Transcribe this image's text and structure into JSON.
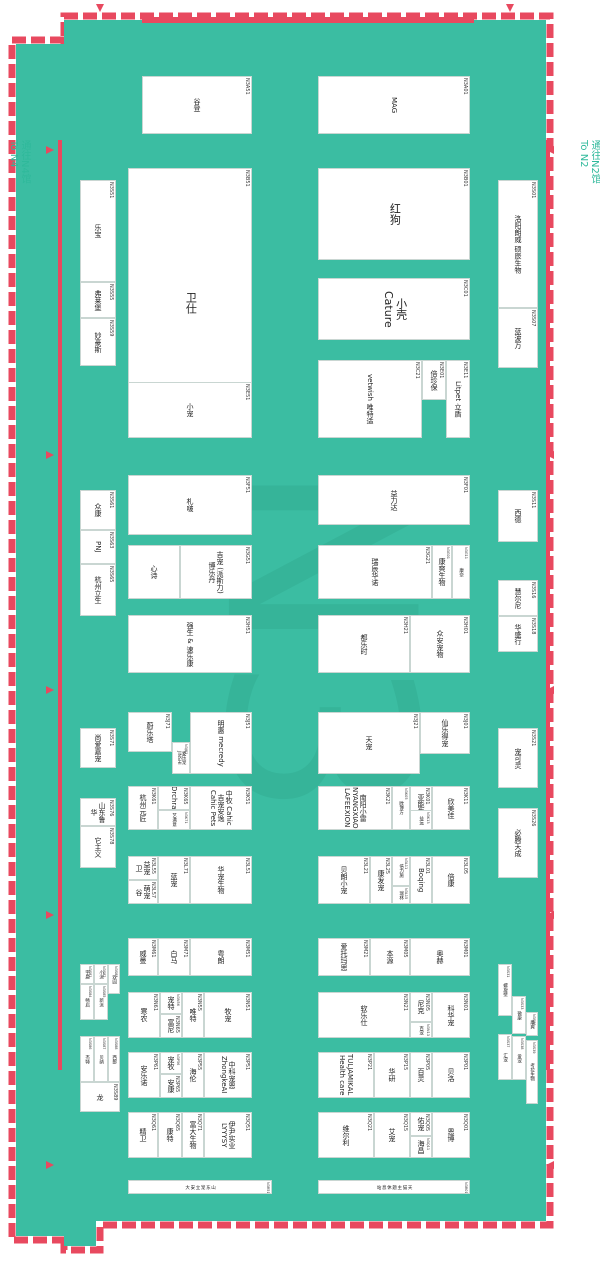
{
  "colors": {
    "floor": "#3bbda2",
    "wall": "#e8495f",
    "booth": "#ffffff",
    "text": "#2fb99b"
  },
  "directions": {
    "n2": {
      "cn": "通往N2馆",
      "en": "To N2"
    },
    "n4": {
      "cn": "通往N4馆",
      "en": "To N4"
    }
  },
  "icons": {
    "arrow": "entrance-arrow-icon"
  },
  "booths": {
    "n3a01": {
      "code": "N3A01",
      "name": "MAG"
    },
    "n3a51": {
      "code": "N3A51",
      "name": "谷登"
    },
    "n3b01": {
      "code": "N3B01",
      "name": "红狗"
    },
    "n3b51": {
      "code": "N3B51",
      "name": "卫仕"
    },
    "n3c01": {
      "code": "N3C01",
      "name": "小壳 Cature"
    },
    "n3c21": {
      "code": "N3C21",
      "name": "vetwish 唯特适"
    },
    "n3e01": {
      "code": "N3E01",
      "name": "倍珍保"
    },
    "n3e11": {
      "code": "N3E11",
      "name": "Litpet 立盾"
    },
    "n3e51": {
      "code": "N3E51",
      "name": "小宠"
    },
    "n3f01": {
      "code": "N3F01",
      "name": "益力达"
    },
    "n3f51": {
      "code": "N3F51",
      "name": "札啵"
    },
    "n3g01": {
      "code": "N3G01",
      "name": "康爽生物"
    },
    "n3g11": {
      "code": "N3G11",
      "name": "康奈"
    },
    "n3g21": {
      "code": "N3G21",
      "name": "瑞辰华诺"
    },
    "n3g51": {
      "code": "N3G51",
      "name": "吉宠 (派斯力) 博乐丹"
    },
    "n3g_xin": {
      "code": "",
      "name": "心诗"
    },
    "n3h01": {
      "code": "N3H01",
      "name": "众安宠物"
    },
    "n3h21": {
      "code": "N3H21",
      "name": "都乐时"
    },
    "n3h51": {
      "code": "N3H51",
      "name": "强生 & 速乐康"
    },
    "n3j01": {
      "code": "N3J01",
      "name": "仙乐得宠"
    },
    "n3j21": {
      "code": "N3J21",
      "name": "天宠"
    },
    "n3j51": {
      "code": "N3J51",
      "name": "明惠 mecredy"
    },
    "n3j71": {
      "code": "N3J71",
      "name": "蔚乐塔"
    },
    "n3j81": {
      "code": "N3J81",
      "name": "麦乐宠 JINSHI"
    },
    "n3k01": {
      "code": "N3K01",
      "name": "亚能生物"
    },
    "n3k11": {
      "code": "N3K11",
      "name": "欣美佳"
    },
    "n3k05": {
      "code": "N3K05",
      "name": "欧博方"
    },
    "n3k13": {
      "code": "N3K13",
      "name": "益远"
    },
    "n3k21": {
      "code": "N3K21",
      "name": "南阳小雷 NANYANGXIAOLEI LAFEEXION"
    },
    "n3k51": {
      "code": "N3K51",
      "name": "中牧 Cahic 吉宠安逸 Cahic Pets"
    },
    "n3k61": {
      "code": "N3K61",
      "name": "杭州元匠"
    },
    "n3k65": {
      "code": "N3K65",
      "name": "Drchra"
    },
    "n3k71": {
      "code": "N3K71",
      "name": "艺满意"
    },
    "n3l01": {
      "code": "N3L01",
      "name": "Boqing"
    },
    "n3l05": {
      "code": "N3L05",
      "name": "倍康"
    },
    "n3l11": {
      "code": "N3L11",
      "name": "倍力施"
    },
    "n3l15": {
      "code": "N3L15",
      "name": "瑞林"
    },
    "n3l25": {
      "code": "N3L25",
      "name": "康发宠"
    },
    "n3l21": {
      "code": "N3L21",
      "name": "贝朗小宠"
    },
    "n3l51": {
      "code": "N3L51",
      "name": "华宠生物"
    },
    "n3l55": {
      "code": "N3L55",
      "name": "益宠卫"
    },
    "n3l57": {
      "code": "N3L57",
      "name": "萌宠谷"
    },
    "n3l71": {
      "code": "N3L71",
      "name": "蓝宠"
    },
    "n3m01": {
      "code": "N3M01",
      "name": "奥赫"
    },
    "n3m05": {
      "code": "N3M05",
      "name": "本源"
    },
    "n3m21": {
      "code": "N3M21",
      "name": "爱托玛思"
    },
    "n3m51": {
      "code": "N3M51",
      "name": "粤朗"
    },
    "n3m61": {
      "code": "N3M61",
      "name": "威曼"
    },
    "n3m71": {
      "code": "N3M71",
      "name": "白马"
    },
    "n3n01": {
      "code": "N3N01",
      "name": "科华宠"
    },
    "n3n05": {
      "code": "N3N05",
      "name": "尼克"
    },
    "n3n13": {
      "code": "N3N13",
      "name": "百宠"
    },
    "n3n21": {
      "code": "N3N21",
      "name": "软乐仕"
    },
    "n3n51": {
      "code": "N3N51",
      "name": "牧宠"
    },
    "n3n55": {
      "code": "N3N55",
      "name": "唯特"
    },
    "n3n56": {
      "code": "N3N56",
      "name": "宠特"
    },
    "n3n61": {
      "code": "N3N61",
      "name": "寒农"
    },
    "n3n65": {
      "code": "N3N65",
      "name": "富尼"
    },
    "n3p01": {
      "code": "N3P01",
      "name": "贝洛"
    },
    "n3p05": {
      "code": "N3P05",
      "name": "百灵"
    },
    "n3p21": {
      "code": "N3P21",
      "name": "TULJAMIKAL Health care"
    },
    "n3p15": {
      "code": "N3P15",
      "name": "华研"
    },
    "n3p51": {
      "code": "N3P51",
      "name": "中科宠恩 ZhongkeAI"
    },
    "n3p55": {
      "code": "N3P55",
      "name": "海伦"
    },
    "n3p61": {
      "code": "N3P61",
      "name": "安乐诺"
    },
    "n3p56": {
      "code": "N3P56",
      "name": "宠牧"
    },
    "n3p65": {
      "code": "N3P65",
      "name": "安康"
    },
    "n3q01": {
      "code": "N3Q01",
      "name": "恩博"
    },
    "n3q05": {
      "code": "N3Q05",
      "name": "佑宠"
    },
    "n3q11": {
      "code": "N3Q11",
      "name": "海昌"
    },
    "n3q15": {
      "code": "N3Q15",
      "name": "艾宠"
    },
    "n3q21": {
      "code": "N3Q21",
      "name": "维尔利"
    },
    "n3q51": {
      "code": "N3Q51",
      "name": "伊尹实业 LYYYSY"
    },
    "n3q61": {
      "code": "N3Q61",
      "name": "精卫"
    },
    "n3q65": {
      "code": "N3Q65",
      "name": "康特"
    },
    "n3q71": {
      "code": "N3Q71",
      "name": "富大生物"
    },
    "n3r01": {
      "code": "N3R01",
      "name": "天猫主题休息站"
    },
    "n3r51": {
      "code": "N3R51",
      "name": "山东宠立安大"
    },
    "n3s01": {
      "code": "N3S01",
      "name": "洛阳朗威 硕辰生物"
    },
    "n3s07": {
      "code": "N3S07",
      "name": "蓝波万"
    },
    "n3s11": {
      "code": "N3S11",
      "name": "西德"
    },
    "n3s16": {
      "code": "N3S16",
      "name": "慧尔尼"
    },
    "n3s18": {
      "code": "N3S18",
      "name": "华盛行"
    },
    "n3s21": {
      "code": "N3S21",
      "name": "宠可灵"
    },
    "n3s26": {
      "code": "N3S26",
      "name": "必腾天成"
    },
    "n3s31": {
      "code": "N3S31",
      "name": "螺旋壁"
    },
    "n3s33": {
      "code": "N3S33",
      "name": "微康"
    },
    "n3s36": {
      "code": "N3S36",
      "name": "康爽"
    },
    "n3s37": {
      "code": "N3S37",
      "name": "汇宠"
    },
    "n3s38": {
      "code": "N3S38",
      "name": "爱宠"
    },
    "n3s39": {
      "code": "N3S39",
      "name": "考拉生物"
    },
    "n3s51": {
      "code": "N3S51",
      "name": "乐宝"
    },
    "n3s55": {
      "code": "N3S55",
      "name": "弗莱堡"
    },
    "n3s59": {
      "code": "N3S59",
      "name": "妙豪斯"
    },
    "n3s61": {
      "code": "N3S61",
      "name": "众康"
    },
    "n3s63": {
      "code": "N3S63",
      "name": "PNJ"
    },
    "n3s65": {
      "code": "N3S65",
      "name": "杭州立生"
    },
    "n3s71": {
      "code": "N3S71",
      "name": "尚爱嘉宠"
    },
    "n3s76": {
      "code": "N3S76",
      "name": "山东鲁华"
    },
    "n3s78": {
      "code": "N3S78",
      "name": "它主义"
    },
    "n3s81": {
      "code": "N3S81",
      "name": "宇晨"
    },
    "n3s82": {
      "code": "N3S82",
      "name": "小派"
    },
    "n3s83": {
      "code": "N3S83",
      "name": "欢园"
    },
    "n3s84": {
      "code": "N3S84",
      "name": "畅启"
    },
    "n3s85": {
      "code": "N3S85",
      "name": "新派"
    },
    "n3s86": {
      "code": "N3S86",
      "name": "杰特"
    },
    "n3s87": {
      "code": "N3S87",
      "name": "贝纳"
    },
    "n3s88": {
      "code": "N3S88",
      "name": "西部"
    },
    "n3s89": {
      "code": "N3S89",
      "name": "龙"
    }
  }
}
